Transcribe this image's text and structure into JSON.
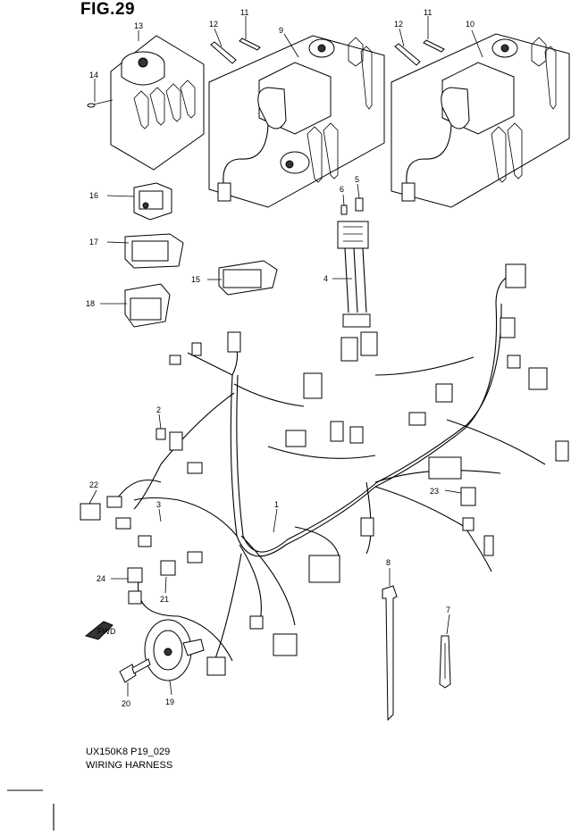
{
  "figure": {
    "title": "FIG.29",
    "code": "UX150K8 P19_029",
    "name": "WIRING HARNESS"
  },
  "fwd_marker": "FWD",
  "callouts": {
    "c1": "1",
    "c2": "2",
    "c3": "3",
    "c4": "4",
    "c5": "5",
    "c6": "6",
    "c7": "7",
    "c8": "8",
    "c9": "9",
    "c10": "10",
    "c11a": "11",
    "c11b": "11",
    "c12a": "12",
    "c12b": "12",
    "c13": "13",
    "c14": "14",
    "c15": "15",
    "c16": "16",
    "c17": "17",
    "c18": "18",
    "c19": "19",
    "c20": "20",
    "c21": "21",
    "c22": "22",
    "c23": "23",
    "c24": "24"
  }
}
